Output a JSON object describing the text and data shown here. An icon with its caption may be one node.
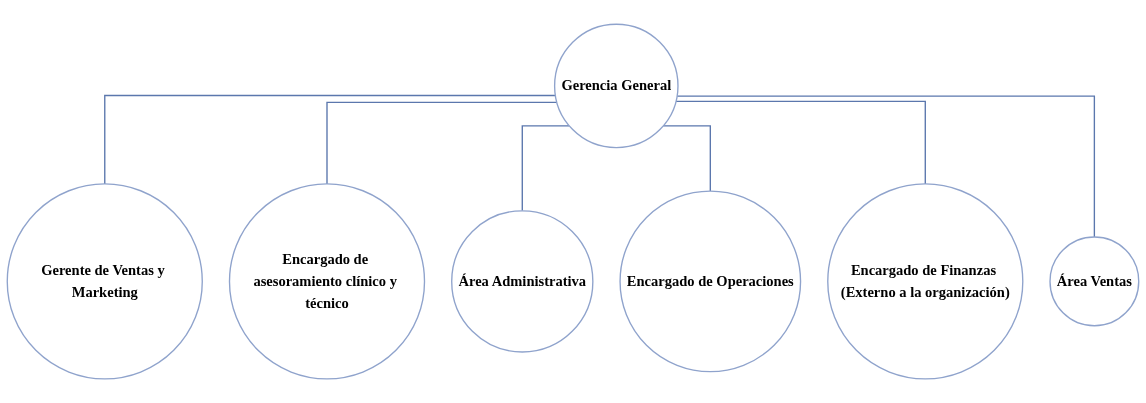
{
  "diagram": {
    "nodes": [
      {
        "text": [
          "Gerencia General"
        ]
      },
      {
        "text": [
          "Gerente de Ventas y Marketing"
        ]
      },
      {
        "text": [
          "Encargado de asesoramiento clínico y técnico"
        ]
      },
      {
        "text": [
          "Área Administrativa"
        ]
      },
      {
        "text": [
          "Encargado de Operaciones"
        ]
      },
      {
        "text": [
          "Encargado de Finanzas (Externo a la organización)"
        ]
      },
      {
        "text": [
          "Área Ventas"
        ]
      }
    ],
    "edges": [
      {
        "from": 0,
        "to": 1,
        "arrow": "none"
      },
      {
        "from": 0,
        "to": 2,
        "arrow": "none"
      },
      {
        "from": 0,
        "to": 3,
        "arrow": "none"
      },
      {
        "from": 0,
        "to": 4,
        "arrow": "none"
      },
      {
        "from": 0,
        "to": 5,
        "arrow": "none"
      },
      {
        "from": 0,
        "to": 6,
        "arrow": "none"
      }
    ]
  }
}
